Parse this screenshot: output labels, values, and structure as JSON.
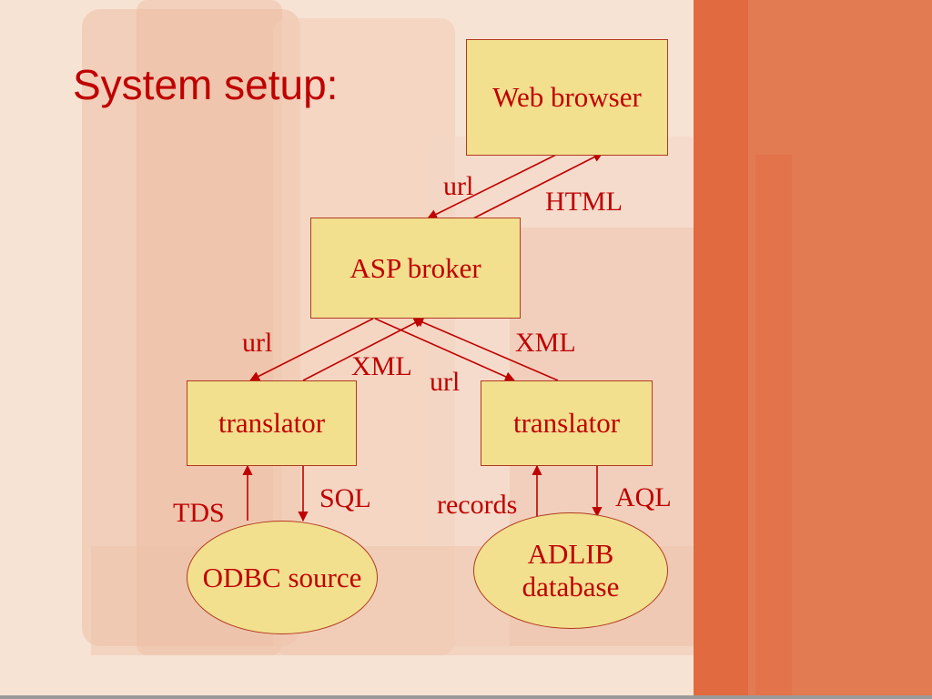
{
  "slide": {
    "title": "System setup:"
  },
  "nodes": {
    "web_browser": "Web browser",
    "asp_broker": "ASP broker",
    "translator_left": "translator",
    "translator_right": "translator",
    "odbc_source": "ODBC source",
    "adlib_line1": "ADLIB",
    "adlib_line2": "database"
  },
  "edges": {
    "browser_to_broker": "url",
    "broker_to_browser": "HTML",
    "broker_to_left_url": "url",
    "left_to_broker_xml": "XML",
    "broker_to_right_url": "url",
    "right_to_broker_xml": "XML",
    "odbc_to_left": "TDS",
    "left_to_odbc": "SQL",
    "adlib_to_right": "records",
    "right_to_adlib": "AQL"
  },
  "colors": {
    "text": "#c00000",
    "node_fill": "#f2e08f",
    "node_border": "#b33a1e",
    "arrow": "#c00000",
    "accent_panel": "#e06a3e"
  }
}
